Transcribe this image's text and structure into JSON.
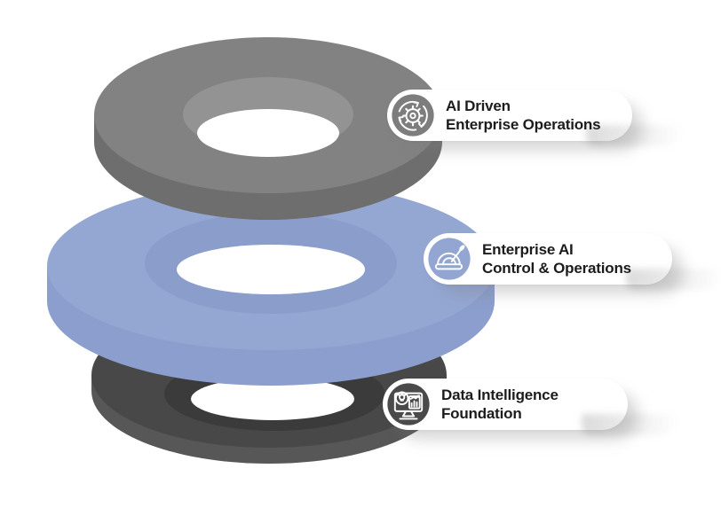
{
  "diagram": {
    "type": "layered-torus-stack",
    "text_color": "#1c1c1c",
    "background": "#ffffff",
    "layers": [
      {
        "id": "ai-driven-enterprise-operations",
        "label_line1": "AI Driven",
        "label_line2": "Enterprise Operations",
        "icon": "gear-cycle-icon",
        "colors": {
          "face": "#828282",
          "side": "#6e6e6e",
          "bevel": "#939393",
          "hole": "#ffffff",
          "badge": "#7d7d7d"
        }
      },
      {
        "id": "enterprise-ai-control-operations",
        "label_line1": "Enterprise AI",
        "label_line2": "Control & Operations",
        "icon": "control-lever-icon",
        "colors": {
          "face": "#94a7d3",
          "side": "#8b9ecd",
          "bevel": "#8a9dcb",
          "hole": "#ffffff",
          "badge": "#93a6d2"
        }
      },
      {
        "id": "data-intelligence-foundation",
        "label_line1": "Data Intelligence",
        "label_line2": "Foundation",
        "icon": "data-monitor-icon",
        "colors": {
          "face": "#484848",
          "side": "#575757",
          "bevel": "#3b3b3b",
          "hole": "#ffffff",
          "badge": "#4a4a4a"
        }
      }
    ]
  }
}
